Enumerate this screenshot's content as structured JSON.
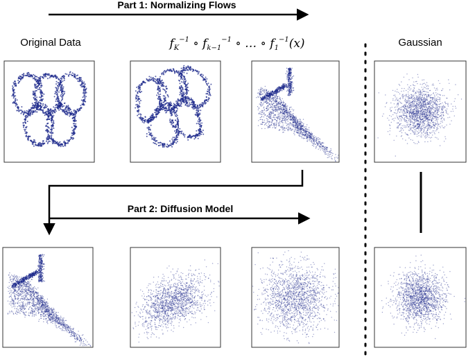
{
  "part1": {
    "title": "Part 1: Normalizing Flows"
  },
  "part2": {
    "title": "Part 2: Diffusion Model"
  },
  "labels": {
    "original_data": "Original Data",
    "gaussian": "Gaussian",
    "flow_formula": "f_K^{-1} ∘ f_{k-1}^{-1} ∘ … ∘ f_1^{-1}(x)"
  },
  "colors": {
    "points": "#1f2b8c",
    "frame": "#333333",
    "arrow": "#000000"
  },
  "panels": [
    {
      "name": "panel-original-data",
      "shape": "rings"
    },
    {
      "name": "panel-flow-step-1",
      "shape": "warped-rings"
    },
    {
      "name": "panel-flow-step-2",
      "shape": "flow-output"
    },
    {
      "name": "panel-gaussian-target",
      "shape": "gaussian"
    },
    {
      "name": "panel-diffusion-start",
      "shape": "flow-output"
    },
    {
      "name": "panel-diffusion-step-1",
      "shape": "noisy-blobs"
    },
    {
      "name": "panel-diffusion-step-2",
      "shape": "gaussian-wide"
    },
    {
      "name": "panel-gaussian-result",
      "shape": "gaussian"
    }
  ]
}
